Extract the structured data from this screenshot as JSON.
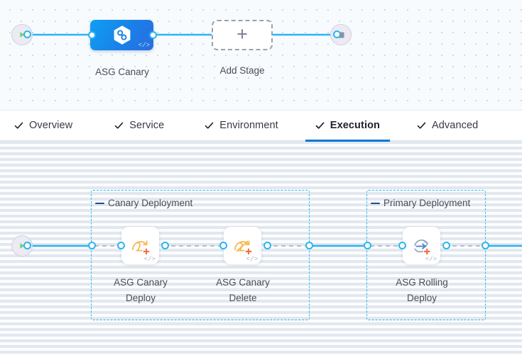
{
  "stage_canvas": {
    "start_node": {
      "icon": "play-icon",
      "title": "Start"
    },
    "end_node": {
      "icon": "stop-square-icon",
      "title": "End"
    },
    "stages": [
      {
        "id": "asg-canary",
        "label": "ASG Canary",
        "icon": "asg-hexagon-icon",
        "badge": "</>",
        "selected": true
      }
    ],
    "add_stage": {
      "label": "Add Stage",
      "icon": "plus-icon"
    }
  },
  "tabs": {
    "items": [
      {
        "id": "overview",
        "label": "Overview",
        "checked": true,
        "active": false
      },
      {
        "id": "service",
        "label": "Service",
        "checked": true,
        "active": false
      },
      {
        "id": "environment",
        "label": "Environment",
        "checked": true,
        "active": false
      },
      {
        "id": "execution",
        "label": "Execution",
        "checked": true,
        "active": true
      },
      {
        "id": "advanced",
        "label": "Advanced",
        "checked": true,
        "active": false
      }
    ],
    "active_id": "execution",
    "accent_color": "#0278d5"
  },
  "execution_canvas": {
    "start_node": {
      "icon": "play-icon",
      "title": "Start"
    },
    "groups": [
      {
        "id": "canary-deployment",
        "label": "Canary Deployment",
        "steps": [
          {
            "id": "asg-canary-deploy",
            "label_line1": "ASG Canary",
            "label_line2": "Deploy",
            "icon": "asg-canary-deploy-icon",
            "badge": "</>"
          },
          {
            "id": "asg-canary-delete",
            "label_line1": "ASG Canary",
            "label_line2": "Delete",
            "icon": "asg-canary-delete-icon",
            "badge": "</>"
          }
        ]
      },
      {
        "id": "primary-deployment",
        "label": "Primary Deployment",
        "steps": [
          {
            "id": "asg-rolling-deploy",
            "label_line1": "ASG Rolling",
            "label_line2": "Deploy",
            "icon": "asg-rolling-deploy-icon",
            "badge": "</>"
          }
        ]
      }
    ],
    "colors": {
      "connector": "#2ab4f2",
      "group_border": "#30b9f0",
      "dashed_connector": "#b9bec9"
    }
  }
}
